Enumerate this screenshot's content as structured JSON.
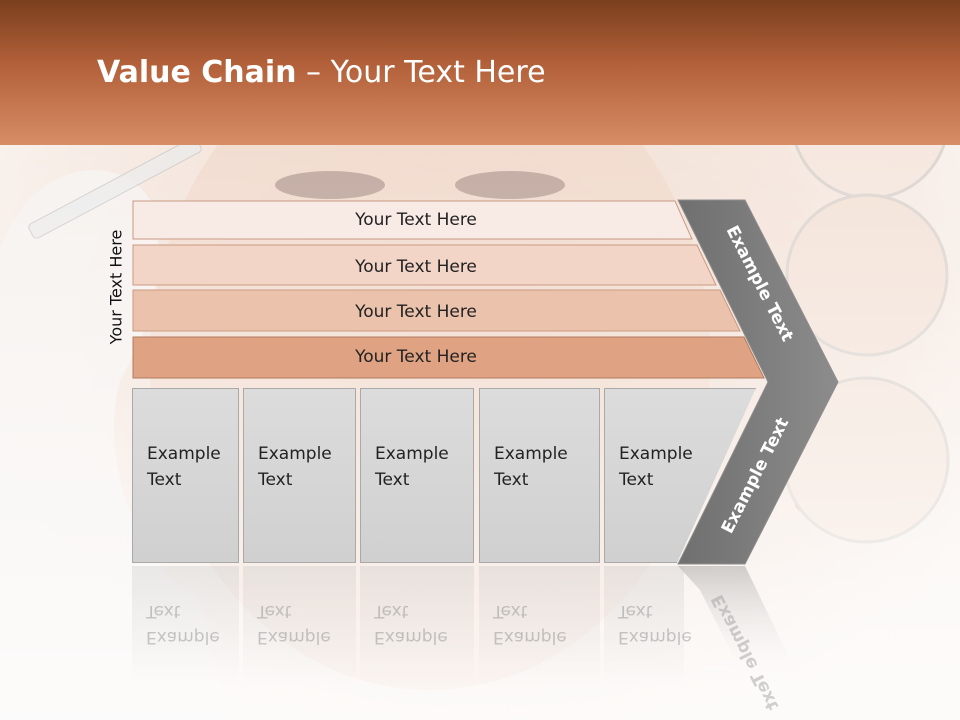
{
  "title": {
    "bold": "Value Chain",
    "rest": " – Your Text Here"
  },
  "side_label": "Your Text Here",
  "bars": [
    {
      "label": "Your Text Here",
      "color": "#f8ebe5"
    },
    {
      "label": "Your Text Here",
      "color": "#f2d5c7"
    },
    {
      "label": "Your Text Here",
      "color": "#ebc2ab"
    },
    {
      "label": "Your Text Here",
      "color": "#dfa283"
    }
  ],
  "chevron_labels": {
    "upper": "Example Text",
    "lower": "Example Text"
  },
  "boxes": [
    {
      "label": "Example\nText"
    },
    {
      "label": "Example\nText"
    },
    {
      "label": "Example\nText"
    },
    {
      "label": "Example\nText"
    },
    {
      "label": "Example\nText"
    }
  ],
  "colors": {
    "header": "#b3613a",
    "chevron": "#7f7f7f",
    "box": "#d6d6d6"
  }
}
